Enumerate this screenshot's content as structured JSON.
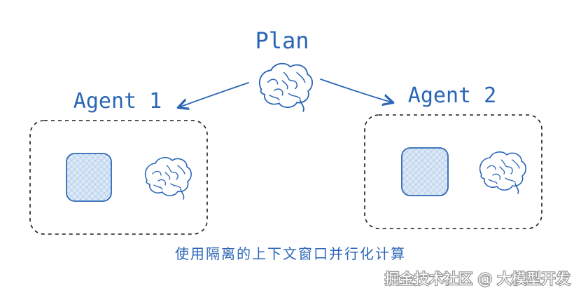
{
  "diagram": {
    "title": "Plan",
    "agents": [
      {
        "label": "Agent 1"
      },
      {
        "label": "Agent 2"
      }
    ],
    "caption": "使用隔离的上下文窗口并行化计算",
    "watermark": "掘金技术社区 @ 大模型开发",
    "colors": {
      "ink": "#2b66b6",
      "box_stroke": "#1c1c1c",
      "brain_stroke": "#2b66b6",
      "square_fill": "#cfe0f3",
      "hatch": "#5b8fd1"
    },
    "icons": [
      "brain-icon",
      "hatched-square-icon",
      "arrow-icon"
    ]
  }
}
